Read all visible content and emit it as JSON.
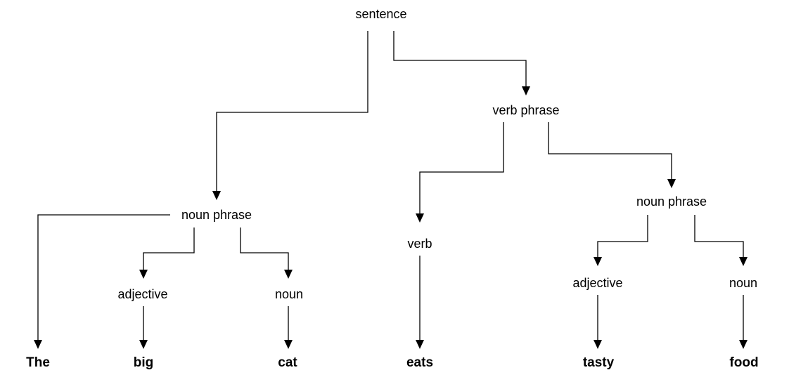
{
  "nodes": {
    "sentence": "sentence",
    "verb_phrase": "verb phrase",
    "noun_phrase_1": "noun phrase",
    "verb": "verb",
    "noun_phrase_2": "noun phrase",
    "adjective_1": "adjective",
    "noun_1": "noun",
    "adjective_2": "adjective",
    "noun_2": "noun"
  },
  "leaves": {
    "the": "The",
    "big": "big",
    "cat": "cat",
    "eats": "eats",
    "tasty": "tasty",
    "food": "food"
  },
  "colors": {
    "line": "#000000",
    "text": "#000000",
    "background": "#ffffff"
  }
}
